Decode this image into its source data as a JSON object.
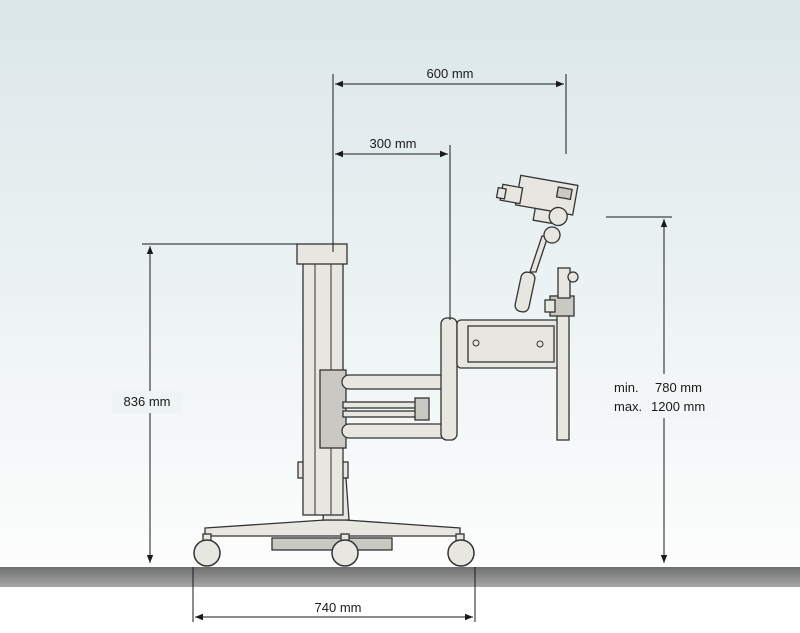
{
  "dimensions": {
    "horizontal_total": "600 mm",
    "horizontal_arm": "300 mm",
    "column_height": "836 mm",
    "range_min_label": "min.",
    "range_min_value": "780 mm",
    "range_max_label": "max.",
    "range_max_value": "1200 mm",
    "base_width": "740 mm"
  },
  "colors": {
    "background_top": "#dce8ea",
    "background_bottom": "#ffffff",
    "floor": "#8a8a8a",
    "line": "#1a1a1a",
    "part_fill": "#e7e6e1",
    "part_stroke": "#333333"
  }
}
